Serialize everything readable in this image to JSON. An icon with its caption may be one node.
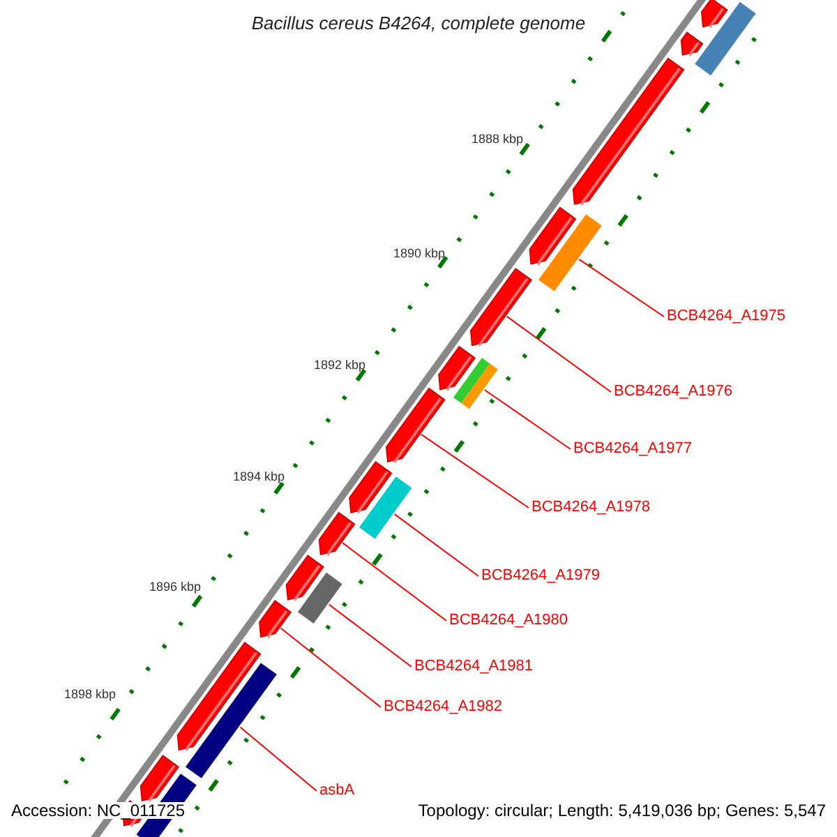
{
  "diagram": {
    "title": "Bacillus cereus B4264, complete genome",
    "nodes": [
      {
        "text": [
          "BCB4264_A1975"
        ]
      },
      {
        "text": [
          "BCB4264_A1976"
        ]
      },
      {
        "text": [
          "BCB4264_A1977"
        ]
      },
      {
        "text": [
          "BCB4264_A1978"
        ]
      },
      {
        "text": [
          "BCB4264_A1979"
        ]
      },
      {
        "text": [
          "BCB4264_A1980"
        ]
      },
      {
        "text": [
          "BCB4264_A1981"
        ]
      },
      {
        "text": [
          "BCB4264_A1982"
        ]
      },
      {
        "text": [
          "asbA"
        ]
      },
      {
        "text": [],
        "shape": "pentagon"
      },
      {
        "text": [],
        "shape": "bar"
      },
      {
        "text": [],
        "shape": "pentagon"
      },
      {
        "text": [],
        "shape": "pentagon"
      },
      {
        "text": [],
        "shape": "bar"
      },
      {
        "text": [],
        "shape": "pentagon"
      },
      {
        "text": [],
        "shape": "pentagon"
      },
      {
        "text": [],
        "shape": "bar"
      },
      {
        "text": [],
        "shape": "pentagon"
      },
      {
        "text": [],
        "shape": "pentagon"
      },
      {
        "text": [],
        "shape": "pentagon"
      },
      {
        "text": [],
        "shape": "bar"
      },
      {
        "text": [],
        "shape": "pentagon"
      },
      {
        "text": [],
        "shape": "pentagon"
      },
      {
        "text": [],
        "shape": "bar"
      },
      {
        "text": [],
        "shape": "pentagon"
      },
      {
        "text": [],
        "shape": "pentagon"
      },
      {
        "text": [],
        "shape": "bar"
      },
      {
        "text": [],
        "shape": "pentagon"
      },
      {
        "text": [],
        "shape": "bar"
      },
      {
        "text": [],
        "shape": "pentagon"
      }
    ],
    "edges": [
      {
        "from": 0,
        "to": 13,
        "arrow": "none"
      },
      {
        "from": 1,
        "to": 15,
        "arrow": "none"
      },
      {
        "from": 2,
        "to": 16,
        "arrow": "none"
      },
      {
        "from": 3,
        "to": 18,
        "arrow": "none"
      },
      {
        "from": 4,
        "to": 20,
        "arrow": "none"
      },
      {
        "from": 5,
        "to": 21,
        "arrow": "none"
      },
      {
        "from": 6,
        "to": 23,
        "arrow": "none"
      },
      {
        "from": 7,
        "to": 24,
        "arrow": "none"
      },
      {
        "from": 8,
        "to": 26,
        "arrow": "none"
      }
    ],
    "labels": [
      "1888 kbp",
      "1890 kbp",
      "1892 kbp",
      "1894 kbp",
      "1896 kbp",
      "1898 kbp",
      "Accession: NC_011725",
      "Topology: circular; Length: 5,419,036 bp; Genes: 5,547"
    ]
  }
}
